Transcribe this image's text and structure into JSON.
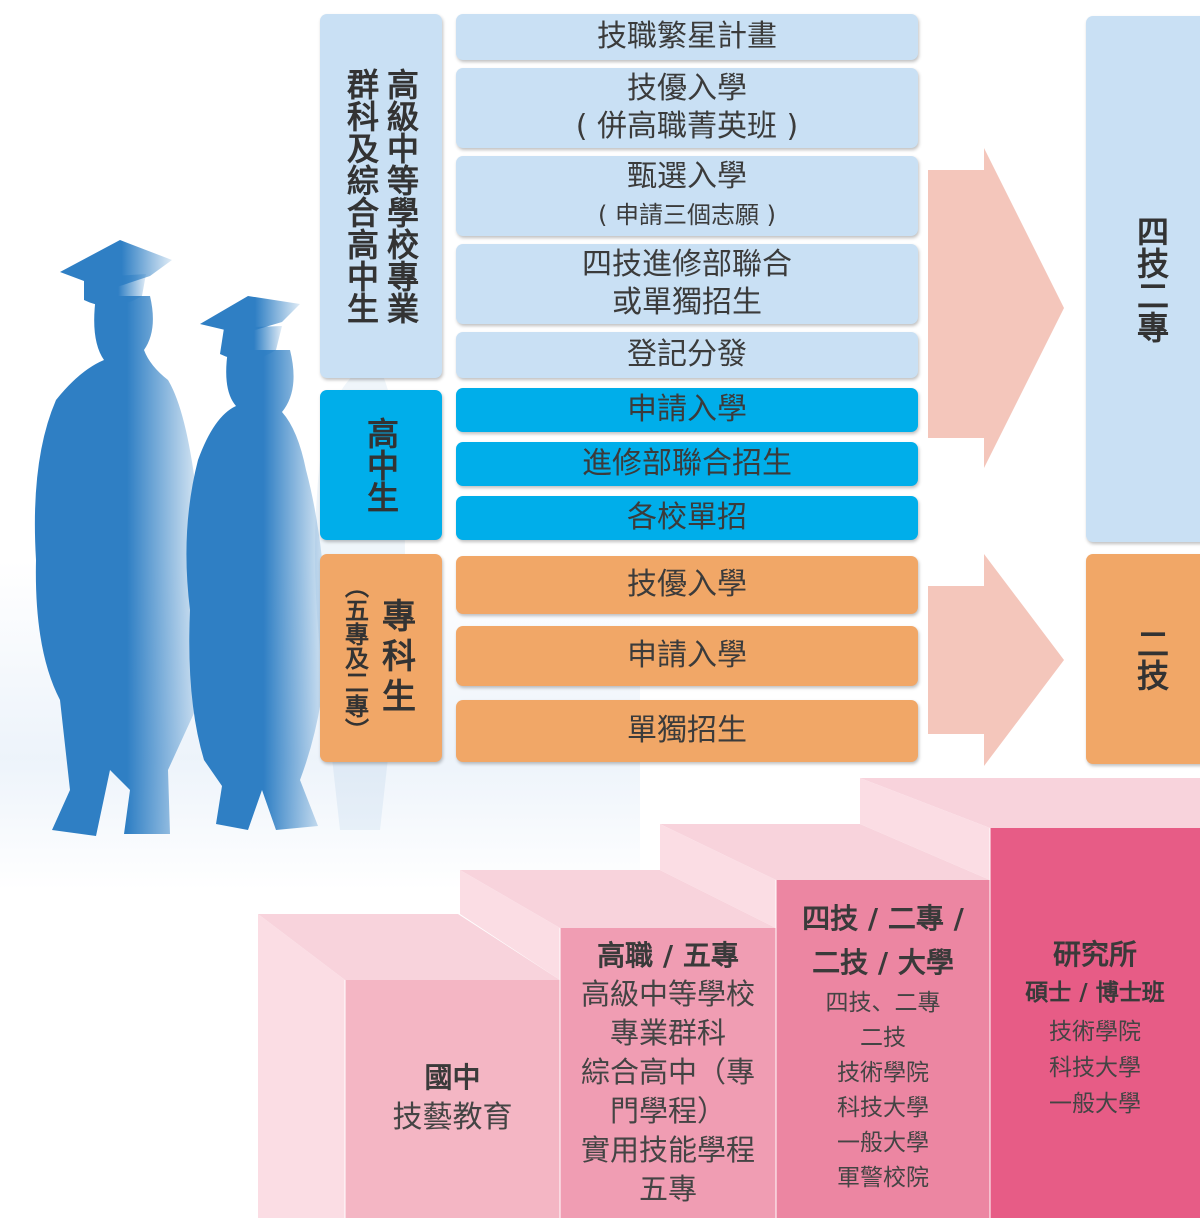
{
  "colors": {
    "light_blue": "#c9e0f4",
    "cyan": "#00aeea",
    "orange": "#f1a767",
    "arrow_pink": "#f4c6bb",
    "silhouette": "#2f7fc4",
    "step1": "#f4b6c4",
    "step2": "#f09db3",
    "step3": "#ec86a2",
    "step4": "#e75c86"
  },
  "groups": {
    "vocational": {
      "title_col1": "高級中等學校專業",
      "title_col2": "群科及綜合高中生"
    },
    "highschool": {
      "title": "高中生"
    },
    "college": {
      "title_col1": "專科生",
      "title_col2": "（五專及二專）"
    }
  },
  "routes": {
    "star_plan": "技職繁星計畫",
    "excellence_admission_line1": "技優入學",
    "excellence_admission_line2": "( 併高職菁英班 )",
    "selection_admission_line1": "甄選入學",
    "selection_admission_line2": "( 申請三個志願 )",
    "continuing_joint_line1": "四技進修部聯合",
    "continuing_joint_line2": "或單獨招生",
    "registration_allocation": "登記分發",
    "hs_application": "申請入學",
    "hs_continuing_joint": "進修部聯合招生",
    "hs_school_independent": "各校單招",
    "col_excellence": "技優入學",
    "col_application": "申請入學",
    "col_independent": "單獨招生"
  },
  "destinations": {
    "four_two_year": "四技二專",
    "two_year": "二技"
  },
  "stairs": {
    "junior_high": {
      "heading": "國中",
      "lines": [
        "技藝教育"
      ]
    },
    "senior_vocational": {
      "heading": "高職 / 五專",
      "lines": [
        "高級中等學校",
        "專業群科",
        "綜合高中（專",
        "門學程）",
        "實用技能學程",
        "五專"
      ]
    },
    "university": {
      "heading_line1": "四技 / 二專 /",
      "heading_line2": "二技 / 大學",
      "lines": [
        "四技、二專",
        "二技",
        "技術學院",
        "科技大學",
        "一般大學",
        "軍警校院"
      ]
    },
    "graduate": {
      "heading": "研究所",
      "subheading": "碩士 / 博士班",
      "lines": [
        "技術學院",
        "科技大學",
        "一般大學"
      ]
    }
  }
}
